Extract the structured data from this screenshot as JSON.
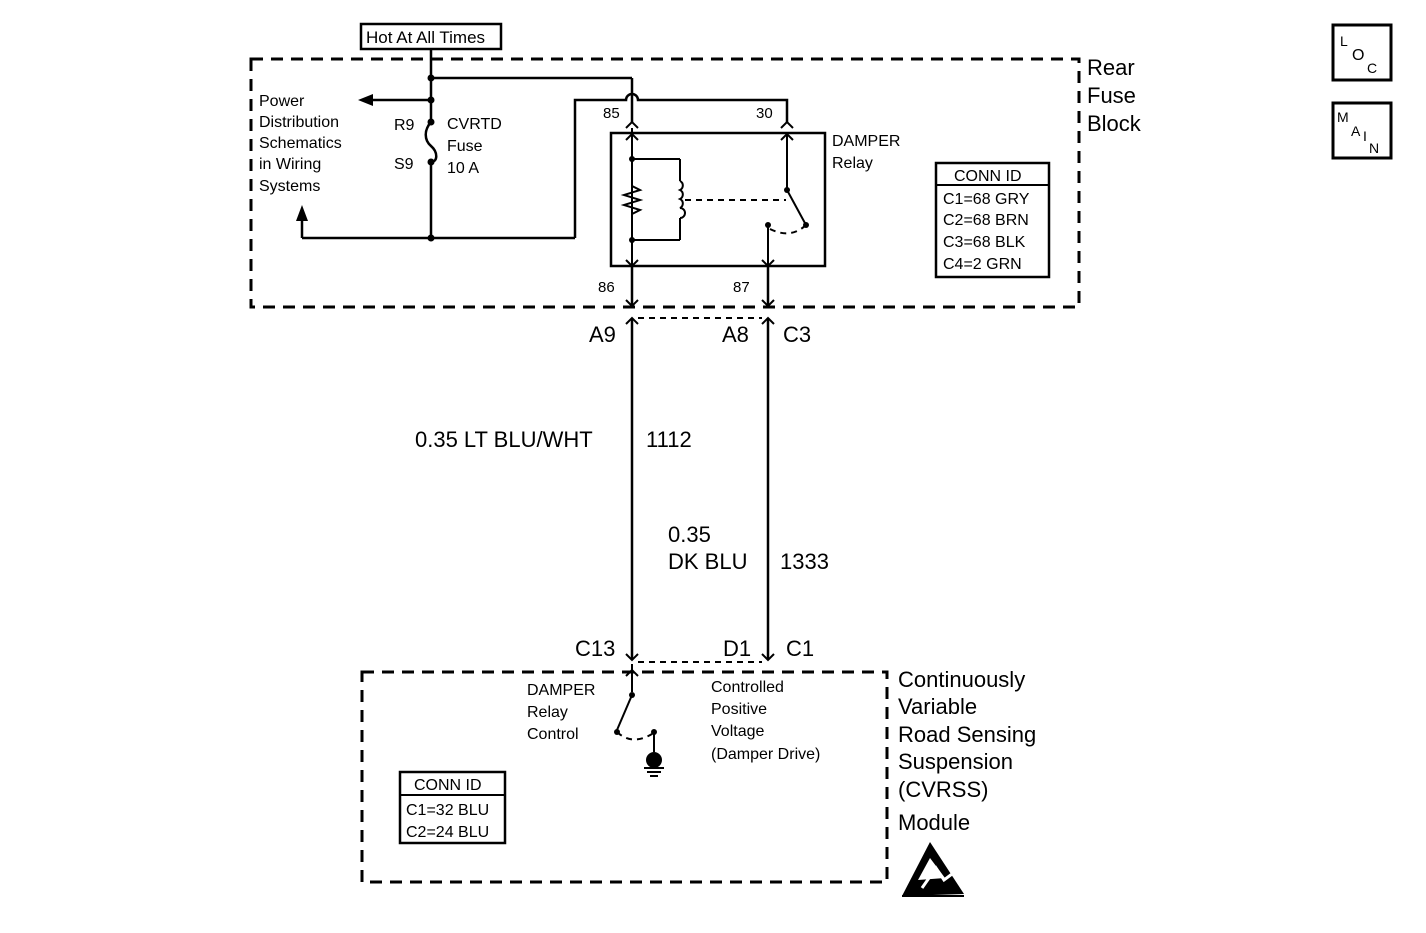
{
  "hot_label": "Hot At All Times",
  "fuse_block": {
    "title_lines": [
      "Rear",
      "Fuse",
      "Block"
    ],
    "power_dist_lines": [
      "Power",
      "Distribution",
      "Schematics",
      "in Wiring",
      "Systems"
    ],
    "fuse_in": "R9",
    "fuse_out": "S9",
    "fuse_lines": [
      "CVRTD",
      "Fuse",
      "10 A"
    ],
    "relay_lines": [
      "DAMPER",
      "Relay"
    ],
    "pins": {
      "p85": "85",
      "p30": "30",
      "p86": "86",
      "p87": "87"
    },
    "conn_id": {
      "header": "CONN ID",
      "rows": [
        "C1=68 GRY",
        "C2=68 BRN",
        "C3=68 BLK",
        "C4=2 GRN"
      ]
    }
  },
  "connectors_top": {
    "a9": "A9",
    "a8": "A8",
    "c3": "C3"
  },
  "wires": {
    "left": {
      "label": "0.35 LT BLU/WHT",
      "circuit": "1112"
    },
    "right": {
      "label_lines": [
        "0.35",
        "DK BLU"
      ],
      "circuit": "1333"
    }
  },
  "connectors_bottom": {
    "c13": "C13",
    "d1": "D1",
    "c1": "C1"
  },
  "module": {
    "title_lines": [
      "Continuously",
      "Variable",
      "Road Sensing",
      "Suspension",
      "(CVRSS)",
      "Module"
    ],
    "relay_control_lines": [
      "DAMPER",
      "Relay",
      "Control"
    ],
    "drive_lines": [
      "Controlled",
      "Positive",
      "Voltage",
      "(Damper Drive)"
    ],
    "conn_id": {
      "header": "CONN ID",
      "rows": [
        "C1=32 BLU",
        "C2=24 BLU"
      ]
    }
  },
  "nav": {
    "loc": [
      "L",
      "O",
      "C"
    ],
    "main": [
      "M",
      "A",
      "I",
      "N"
    ]
  },
  "icons": [
    "esd-warning-icon",
    "ground-icon",
    "arrow-icon"
  ]
}
